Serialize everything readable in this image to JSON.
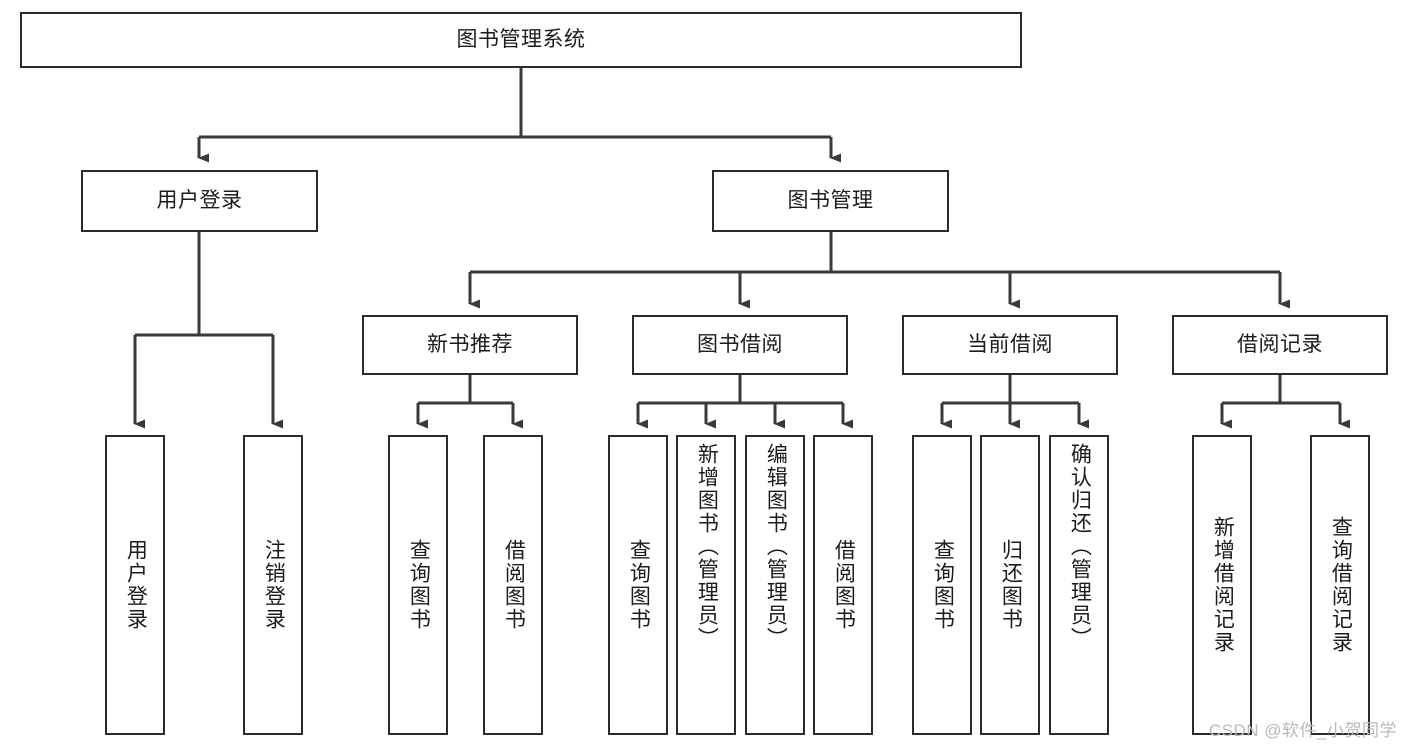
{
  "diagram": {
    "type": "tree",
    "title": "图书管理系统",
    "root": {
      "label": "图书管理系统"
    },
    "level2": [
      {
        "label": "用户登录"
      },
      {
        "label": "图书管理"
      }
    ],
    "level3": [
      {
        "label": "新书推荐"
      },
      {
        "label": "图书借阅"
      },
      {
        "label": "当前借阅"
      },
      {
        "label": "借阅记录"
      }
    ],
    "leaves": {
      "user_login": [
        {
          "label": "用户登录"
        },
        {
          "label": "注销登录"
        }
      ],
      "new_book_recommend": [
        {
          "label": "查询图书"
        },
        {
          "label": "借阅图书"
        }
      ],
      "book_borrow": [
        {
          "label": "查询图书"
        },
        {
          "label": "新增图书（管理员）"
        },
        {
          "label": "编辑图书（管理员）"
        },
        {
          "label": "借阅图书"
        }
      ],
      "current_borrow": [
        {
          "label": "查询图书"
        },
        {
          "label": "归还图书"
        },
        {
          "label": "确认归还（管理员）"
        }
      ],
      "borrow_record": [
        {
          "label": "新增借阅记录"
        },
        {
          "label": "查询借阅记录"
        }
      ]
    }
  },
  "watermark": {
    "text": "CSDN @软件_小贺同学"
  },
  "colors": {
    "box_border": "#2b2b2b",
    "box_fill": "#ffffff",
    "connector": "#3a3a3a",
    "text": "#1c1c1c",
    "watermark": "#b9b9b9",
    "background": "#ffffff"
  }
}
